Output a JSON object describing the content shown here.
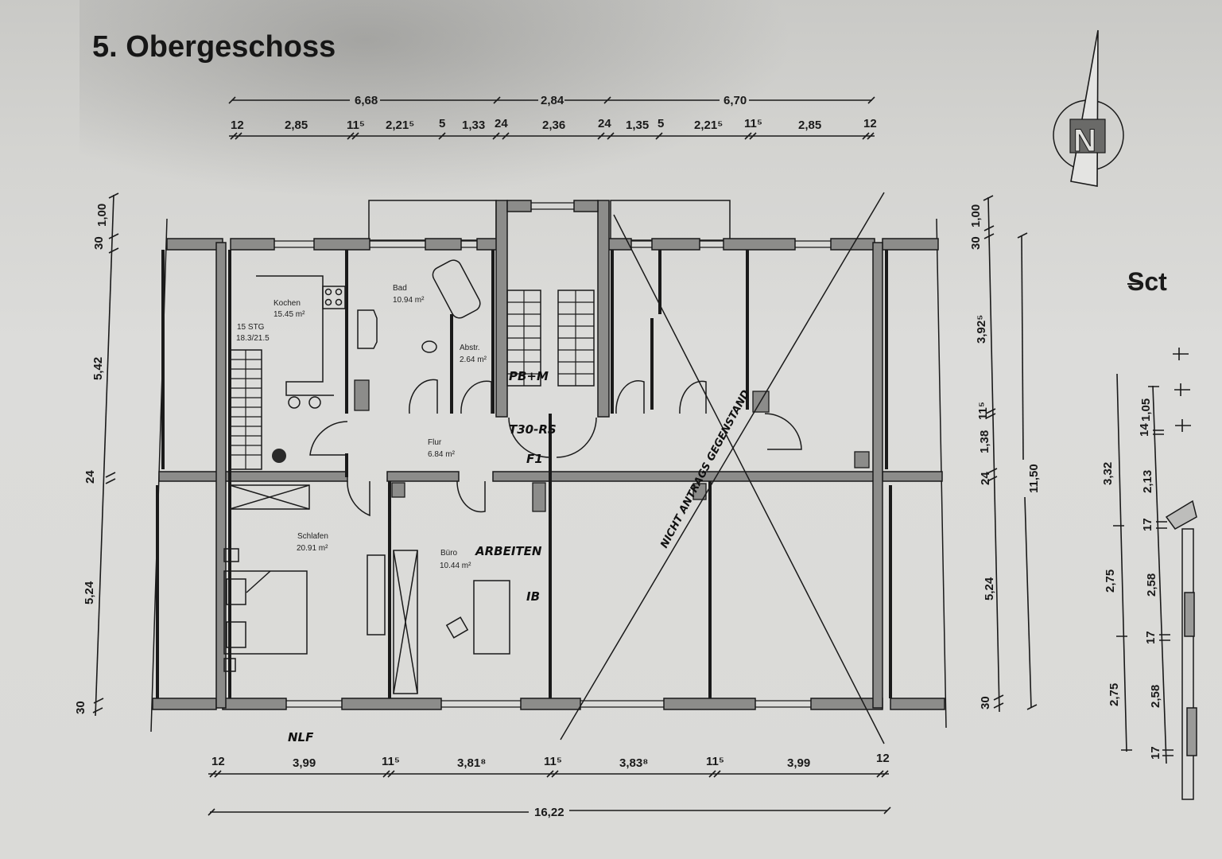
{
  "title": "5. Obergeschoss",
  "north_arrow": {
    "label": "N"
  },
  "section_marker": "Sct",
  "dimensions": {
    "top_overall": [
      "6,68",
      "2,84",
      "6,70"
    ],
    "top_detail": [
      {
        "value": "12"
      },
      {
        "value": "2,85"
      },
      {
        "value": "11⁵"
      },
      {
        "value": "2,21⁵"
      },
      {
        "value": "5"
      },
      {
        "value": "1,33"
      },
      {
        "value": "24"
      },
      {
        "value": "2,36"
      },
      {
        "value": "24"
      },
      {
        "value": "1,35"
      },
      {
        "value": "5"
      },
      {
        "value": "2,21⁵"
      },
      {
        "value": "11⁵"
      },
      {
        "value": "2,85"
      },
      {
        "value": "12"
      }
    ],
    "bottom_detail": [
      {
        "value": "12"
      },
      {
        "value": "3,99"
      },
      {
        "value": "11⁵"
      },
      {
        "value": "3,81⁸"
      },
      {
        "value": "11⁵"
      },
      {
        "value": "3,83⁸"
      },
      {
        "value": "11⁵"
      },
      {
        "value": "3,99"
      },
      {
        "value": "12"
      }
    ],
    "bottom_overall": "16,22",
    "left_vertical": [
      "1,00",
      "30",
      "5,42",
      "24",
      "5,24",
      "30"
    ],
    "right_vertical": [
      "1,00",
      "30",
      "3,92⁵",
      "11⁵",
      "1,38",
      "24",
      "5,24",
      "30"
    ],
    "right_overall": "11,50",
    "section_heights_outer": [
      "3,32",
      "2,75",
      "2,75"
    ],
    "section_heights_inner": [
      "1,05",
      "14",
      "2,13",
      "17",
      "2,58",
      "17",
      "2,58",
      "17"
    ]
  },
  "rooms": {
    "kitchen": {
      "name": "Kochen",
      "area": "15.45 m²"
    },
    "stairs": {
      "name": "15 STG",
      "spec": "18.3/21.5"
    },
    "bath": {
      "name": "Bad",
      "area": "10.94 m²"
    },
    "storage": {
      "name": "Abstr.",
      "area": "2.64 m²"
    },
    "hall": {
      "name": "Flur",
      "area": "6.84 m²"
    },
    "bedroom": {
      "name": "Schlafen",
      "area": "20.91 m²"
    },
    "office": {
      "name": "Büro",
      "area": "10.44 m²"
    }
  },
  "annotations": {
    "office_note": "ARBEITEN",
    "office_tag": "IB",
    "stair_note": "PB+M",
    "door_note": "T30-RS",
    "door_note2": "F1",
    "bottom_note": "NLF",
    "crossed_note": "NICHT ANTRAGS GEGENSTAND"
  }
}
